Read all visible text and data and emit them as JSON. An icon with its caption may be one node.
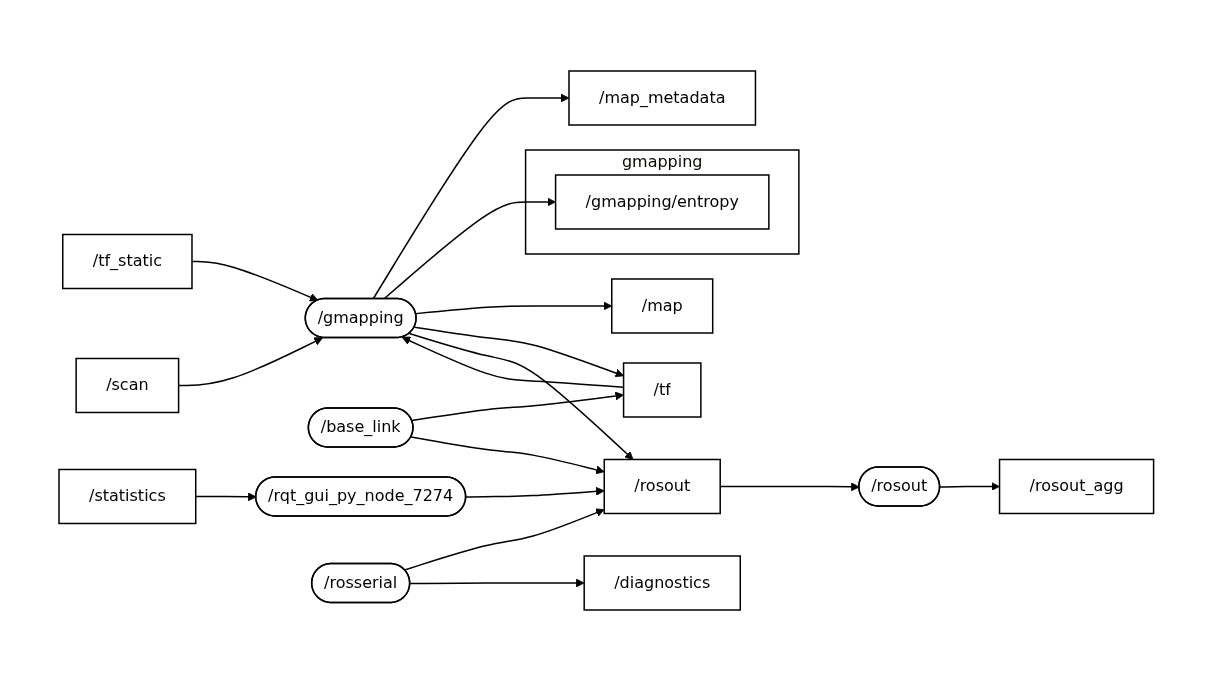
{
  "diagram": {
    "nodes": [
      {
        "text": [
          "/map_metadata"
        ]
      },
      {
        "text": [
          "gmapping"
        ]
      },
      {
        "text": [
          "/gmapping/entropy"
        ],
        "in": 1
      },
      {
        "text": [
          "/tf_static"
        ]
      },
      {
        "text": [
          "/scan"
        ]
      },
      {
        "text": [
          "/gmapping"
        ]
      },
      {
        "text": [
          "/map"
        ]
      },
      {
        "text": [
          "/base_link"
        ]
      },
      {
        "text": [
          "/tf"
        ]
      },
      {
        "text": [
          "/statistics"
        ]
      },
      {
        "text": [
          "/rqt_gui_py_node_7274"
        ]
      },
      {
        "text": [
          "/rosout"
        ]
      },
      {
        "text": [
          "/rosout"
        ]
      },
      {
        "text": [
          "/rosout_agg"
        ]
      },
      {
        "text": [
          "/rosserial"
        ]
      },
      {
        "text": [
          "/diagnostics"
        ]
      }
    ],
    "edges": [
      {
        "from": 3,
        "to": 5,
        "arrow": "to"
      },
      {
        "from": 4,
        "to": 5,
        "arrow": "to"
      },
      {
        "from": 5,
        "to": 0,
        "arrow": "to"
      },
      {
        "from": 5,
        "to": 2,
        "arrow": "to"
      },
      {
        "from": 5,
        "to": 6,
        "arrow": "to"
      },
      {
        "from": 5,
        "to": 8,
        "arrow": "to"
      },
      {
        "from": 8,
        "to": 5,
        "arrow": "to"
      },
      {
        "from": 5,
        "to": 11,
        "arrow": "to"
      },
      {
        "from": 7,
        "to": 8,
        "arrow": "to"
      },
      {
        "from": 7,
        "to": 11,
        "arrow": "to"
      },
      {
        "from": 9,
        "to": 10,
        "arrow": "to"
      },
      {
        "from": 10,
        "to": 11,
        "arrow": "to"
      },
      {
        "from": 11,
        "to": 12,
        "arrow": "to"
      },
      {
        "from": 12,
        "to": 13,
        "arrow": "to"
      },
      {
        "from": 14,
        "to": 11,
        "arrow": "to"
      },
      {
        "from": 14,
        "to": 15,
        "arrow": "to"
      }
    ]
  }
}
